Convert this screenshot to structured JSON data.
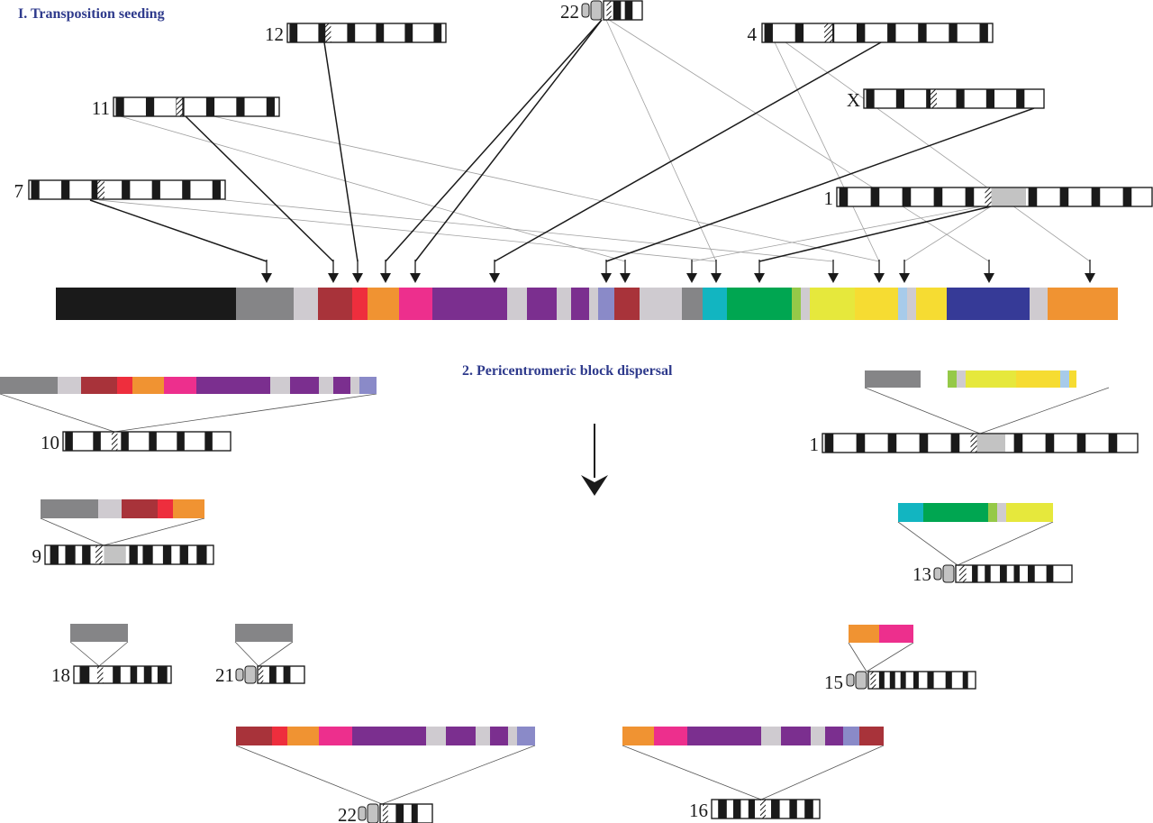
{
  "headings": {
    "seeding": "I. Transposition seeding",
    "dispersal": "2. Pericentromeric block dispersal"
  },
  "colors": {
    "black": "#1a1a1a",
    "gray": "#858587",
    "light_gray": "#cfcbd0",
    "dark_red": "#a8333a",
    "red": "#ee2e3d",
    "orange": "#f09332",
    "pink": "#ed2f8d",
    "purple": "#7b2f8f",
    "lavender": "#8a8ac8",
    "teal": "#12b5c1",
    "green": "#00a651",
    "light_green": "#95c948",
    "yellow": "#e6e83c",
    "gold": "#f6dc32",
    "light_blue": "#a7cbea",
    "navy": "#363a97",
    "centromere_gray": "#c3c3c3"
  },
  "central_block_order": [
    "black",
    "gray",
    "light_gray",
    "dark_red",
    "red",
    "orange",
    "pink",
    "purple",
    "light_gray",
    "purple",
    "light_gray",
    "purple",
    "light_gray",
    "lavender",
    "dark_red",
    "light_gray",
    "gray",
    "teal",
    "green",
    "light_green",
    "light_gray",
    "yellow",
    "gold",
    "light_blue",
    "light_gray",
    "gold",
    "navy",
    "light_gray",
    "orange"
  ],
  "source_chromosomes": [
    {
      "label": "12",
      "lines": "solid"
    },
    {
      "label": "22",
      "lines": "solid"
    },
    {
      "label": "4",
      "lines": "solid"
    },
    {
      "label": "X",
      "lines": "solid"
    },
    {
      "label": "11",
      "lines": "solid"
    },
    {
      "label": "7",
      "lines": "solid"
    },
    {
      "label": "1",
      "lines": "solid"
    }
  ],
  "dispersal_chromosomes": [
    {
      "label": "10",
      "blocks": [
        "gray",
        "light_gray",
        "dark_red",
        "red",
        "orange",
        "pink",
        "purple",
        "light_gray",
        "purple",
        "light_gray",
        "purple",
        "light_gray",
        "lavender"
      ]
    },
    {
      "label": "1",
      "blocks": [
        "gray",
        "light_green",
        "light_gray",
        "yellow",
        "gold",
        "light_blue",
        "gold"
      ]
    },
    {
      "label": "9",
      "blocks": [
        "gray",
        "light_gray",
        "dark_red",
        "red",
        "orange"
      ]
    },
    {
      "label": "13",
      "blocks": [
        "teal",
        "green",
        "light_green",
        "light_gray",
        "yellow"
      ]
    },
    {
      "label": "18",
      "blocks": [
        "gray"
      ]
    },
    {
      "label": "21",
      "blocks": [
        "gray"
      ]
    },
    {
      "label": "15",
      "blocks": [
        "orange",
        "pink"
      ]
    },
    {
      "label": "22",
      "blocks": [
        "dark_red",
        "red",
        "orange",
        "pink",
        "purple",
        "light_gray",
        "purple",
        "light_gray",
        "purple",
        "light_gray",
        "lavender"
      ]
    },
    {
      "label": "16",
      "blocks": [
        "orange",
        "pink",
        "purple",
        "light_gray",
        "purple",
        "light_gray",
        "purple",
        "lavender",
        "dark_red"
      ]
    }
  ]
}
